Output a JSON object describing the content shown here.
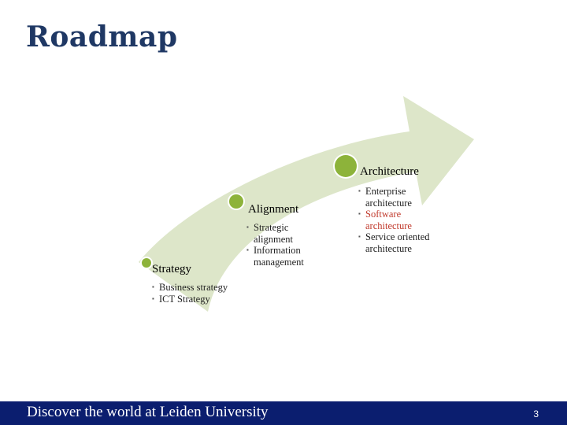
{
  "slide": {
    "title": "Roadmap",
    "colors": {
      "title": "#1f3864",
      "arrow_fill": "#dde6c9",
      "dot": "#8db33a",
      "highlight_text": "#c0392b",
      "footer_bg": "#0b1e6f"
    }
  },
  "stages": [
    {
      "title": "Strategy",
      "items": [
        {
          "text": "Business strategy",
          "highlight": false
        },
        {
          "text": "ICT Strategy",
          "highlight": false
        }
      ]
    },
    {
      "title": "Alignment",
      "items": [
        {
          "text": "Strategic alignment",
          "highlight": false
        },
        {
          "text": "Information management",
          "highlight": false
        }
      ]
    },
    {
      "title": "Architecture",
      "items": [
        {
          "text": "Enterprise architecture",
          "highlight": false
        },
        {
          "text": "Software architecture",
          "highlight": true
        },
        {
          "text": "Service oriented architecture",
          "highlight": false
        }
      ]
    }
  ],
  "footer": {
    "text": "Discover the world at Leiden University",
    "page_number": "3"
  }
}
